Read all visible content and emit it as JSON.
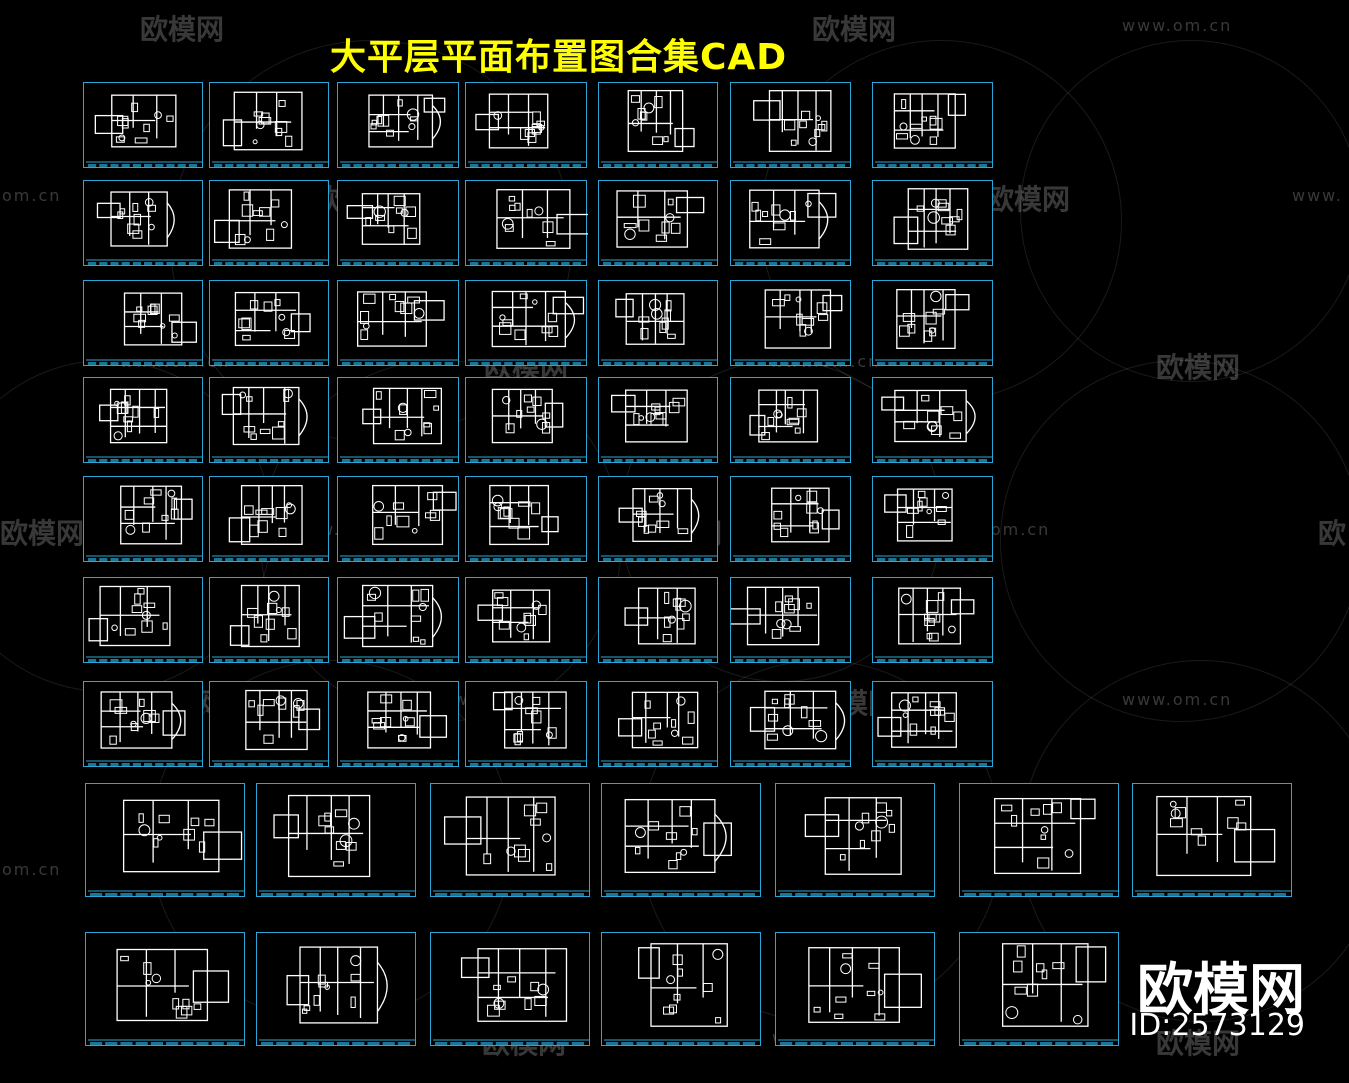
{
  "title": "大平层平面布置图合集CAD",
  "brand": {
    "name": "欧模网",
    "id_label": "ID:2573129"
  },
  "watermark": {
    "text": "欧模网",
    "url": "www.om.cn",
    "url_left": "om.cn",
    "url_right": "www.",
    "text_left": "欧模网",
    "text_right": "欧"
  },
  "colors": {
    "background": "#000000",
    "title": "#ffff00",
    "frame": "#2aa7d6",
    "drawing": "#ffffff"
  },
  "sheets": {
    "grid_rows": 7,
    "grid_cols": 7,
    "bottom_rows": 2,
    "bottom_cols": [
      7,
      6
    ],
    "total": 62
  }
}
